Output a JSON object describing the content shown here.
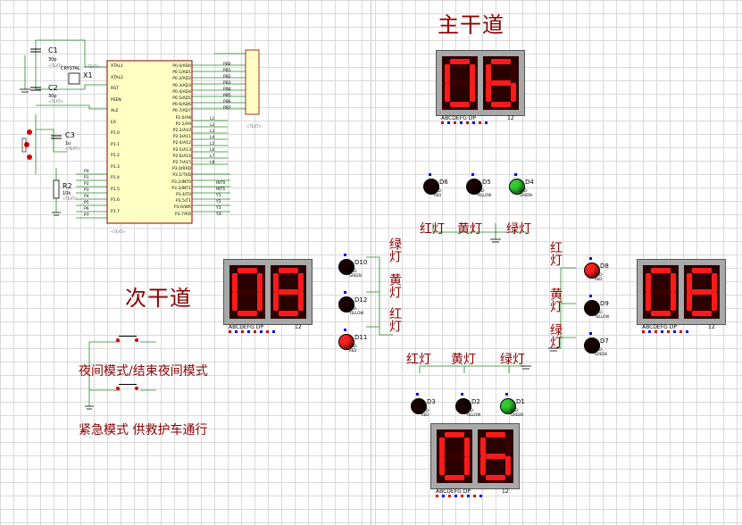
{
  "titles": {
    "main_road": "主干道",
    "secondary_road": "次干道"
  },
  "controls": {
    "night_mode": "夜间模式/结束夜间模式",
    "emergency_mode": "紧急模式 供救护车通行"
  },
  "light_labels": {
    "red": "红灯",
    "yellow": "黄灯",
    "green": "绿灯"
  },
  "displays": {
    "top": {
      "digits": "06",
      "pin_label": "ABCDEFG DP",
      "pin_num": "12"
    },
    "left": {
      "digits": "08",
      "pin_label": "ABCDEFG DP",
      "pin_num": "12"
    },
    "right": {
      "digits": "08",
      "pin_label": "ABCDEFG DP",
      "pin_num": "12"
    },
    "bottom": {
      "digits": "06",
      "pin_label": "ABCDEFG DP",
      "pin_num": "12"
    }
  },
  "leds": {
    "top": [
      {
        "ref": "D6",
        "type": "LED-RED",
        "on": false
      },
      {
        "ref": "D5",
        "type": "LED-YELLOW",
        "on": false
      },
      {
        "ref": "D4",
        "type": "LED-GREEN",
        "on": true
      }
    ],
    "left": [
      {
        "ref": "D10",
        "type": "LED-GREEN",
        "on": false
      },
      {
        "ref": "D12",
        "type": "LED-YELLOW",
        "on": false
      },
      {
        "ref": "D11",
        "type": "LED-RED",
        "on": true
      }
    ],
    "right": [
      {
        "ref": "D8",
        "type": "LED-RED",
        "on": true
      },
      {
        "ref": "D9",
        "type": "LED-YELLOW",
        "on": false
      },
      {
        "ref": "D7",
        "type": "LED-GREEN",
        "on": false
      }
    ],
    "bottom": [
      {
        "ref": "D3",
        "type": "LED-RED",
        "on": false
      },
      {
        "ref": "D2",
        "type": "LED-YELLOW",
        "on": false
      },
      {
        "ref": "D1",
        "type": "LED-GREEN",
        "on": true
      }
    ]
  },
  "components": {
    "c1": {
      "ref": "C1",
      "value": "30p"
    },
    "c2": {
      "ref": "C2",
      "value": "30p"
    },
    "c3": {
      "ref": "C3",
      "value": "1u"
    },
    "x1": {
      "ref": "X1",
      "value": "CRYSTAL"
    },
    "r2": {
      "ref": "R2",
      "value": "10k"
    },
    "text_tag": "<TEXT>"
  },
  "mcu": {
    "left_pins": [
      "XTAL1",
      "XTAL2",
      "RST",
      "PSEN",
      "ALE",
      "EA",
      "P1.0",
      "P1.1",
      "P1.2",
      "P1.3",
      "P1.4",
      "P1.5",
      "P1.6",
      "P1.7"
    ],
    "right_pins": [
      "P0.0/AD0",
      "P0.1/AD1",
      "P0.2/AD2",
      "P0.3/AD3",
      "P0.4/AD4",
      "P0.5/AD5",
      "P0.6/AD6",
      "P0.7/AD7",
      "P2.0/A8",
      "P2.1/A9",
      "P2.2/A10",
      "P2.3/A11",
      "P2.4/A12",
      "P2.5/A13",
      "P2.6/A14",
      "P2.7/A15",
      "P3.0/RXD",
      "P3.1/TXD",
      "P3.2/INT0",
      "P3.3/INT1",
      "P3.4/T0",
      "P3.5/T1",
      "P3.6/WR",
      "P3.7/RD"
    ]
  },
  "net_labels": {
    "pull": [
      "PB0",
      "PB1",
      "PB2",
      "PB3",
      "PB4",
      "PB5",
      "PB6",
      "PB7"
    ],
    "p2": [
      "L1",
      "L2",
      "L3",
      "L4",
      "L5",
      "L6",
      "L7",
      "L8"
    ],
    "p3": [
      "INT0",
      "INT1",
      "Y1",
      "Y2",
      "Y3",
      "Y4"
    ],
    "p1": [
      "P0",
      "P1",
      "P2",
      "P3",
      "P4",
      "P5",
      "P6",
      "P7"
    ]
  },
  "colors": {
    "title": "#8b0000",
    "segment_on": "#ff1a1a",
    "segment_off": "#3a0000",
    "led_red_on": "#ff2020",
    "led_green_on": "#33cc33",
    "led_off": "#1a0000",
    "wire": "#228b22"
  }
}
